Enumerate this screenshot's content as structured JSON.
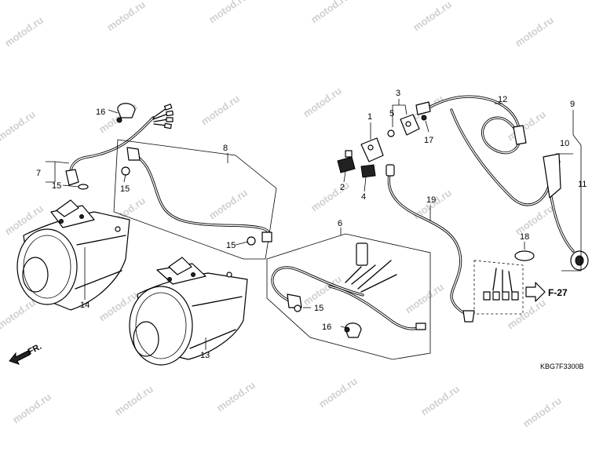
{
  "watermark": "motod.ru",
  "figure_code": "KBG7F3300B",
  "front_marker": "FR.",
  "reference_marker": "F-27",
  "callouts": {
    "c1": "1",
    "c2": "2",
    "c3": "3",
    "c4": "4",
    "c5": "5",
    "c6": "6",
    "c7": "7",
    "c8": "8",
    "c9": "9",
    "c10": "10",
    "c11": "11",
    "c12": "12",
    "c13": "13",
    "c14": "14",
    "c15a": "15",
    "c15b": "15",
    "c15c": "15",
    "c15d": "15",
    "c16a": "16",
    "c16b": "16",
    "c17": "17",
    "c18": "18",
    "c19": "19"
  }
}
